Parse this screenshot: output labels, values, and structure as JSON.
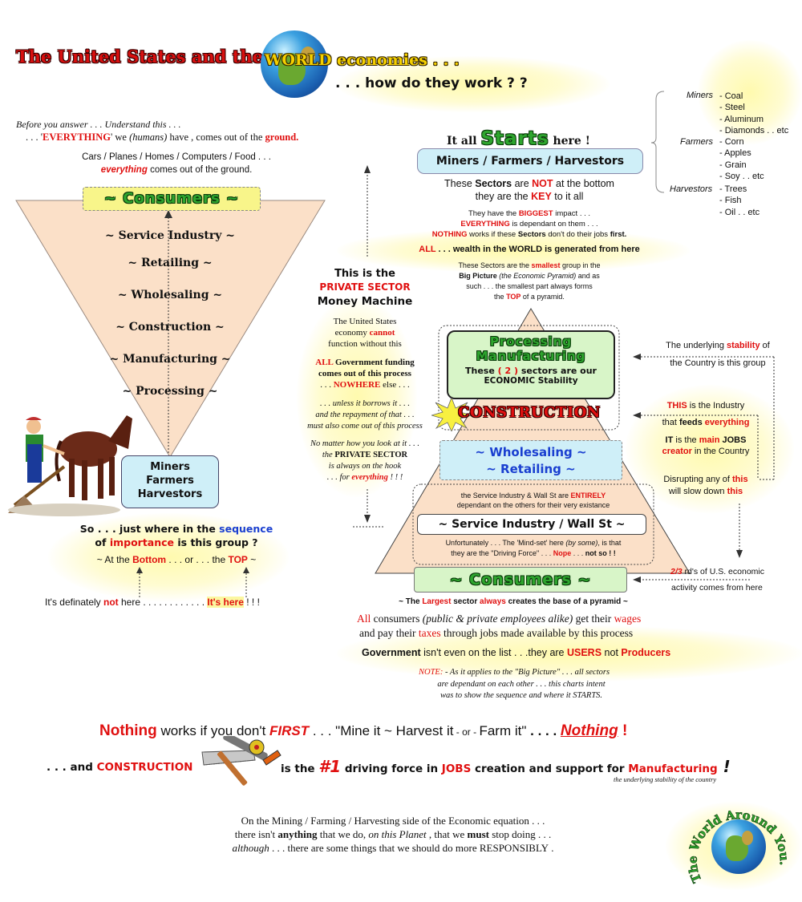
{
  "title": {
    "part1": "The United States and the",
    "world": "WORLD",
    "part2": "economies . . .",
    "part3": ". . . how do they work ? ?"
  },
  "intro": {
    "line1": "Before you answer  . . .  Understand this . . .",
    "line2_a": ". . . '",
    "line2_everything": "EVERYTHING",
    "line2_b": "' we ",
    "line2_humans": "(humans)",
    "line2_c": " have , comes out of the ",
    "line2_ground": "ground.",
    "line3": "Cars / Planes / Homes / Computers / Food . . .",
    "line4_a": "everything",
    "line4_b": " comes out of the ground."
  },
  "inverted_pyramid": {
    "top_label": "~ Consumers ~",
    "levels": [
      "~ Service Industry ~",
      "~ Retailing ~",
      "~ Wholesaling ~",
      "~ Construction ~",
      "~ Manufacturing ~",
      "~ Processing ~"
    ],
    "bottom_box": [
      "Miners",
      "Farmers",
      "Harvestors"
    ]
  },
  "question": {
    "line1_a": "So . . . just where in the ",
    "line1_seq": "sequence",
    "line2_a": "of ",
    "line2_imp": "importance",
    "line2_b": " is this group ?",
    "line3_a": "~ At the ",
    "line3_bottom": "Bottom",
    "line3_b": " . . .  or . . .  the ",
    "line3_top": "TOP",
    "line3_c": " ~",
    "answer_a": "It's definately ",
    "answer_not": "not",
    "answer_b": " here . . . . . . . . . . . . ",
    "answer_here": "It's here",
    "answer_c": " ! ! !"
  },
  "starts": {
    "a": "It all",
    "big": "Starts",
    "b": "here !"
  },
  "top_box": "Miners / Farmers / Harvestors",
  "key_text": {
    "l1_a": "These ",
    "l1_sectors": "Sectors",
    "l1_b": " are ",
    "l1_not": "NOT",
    "l1_c": " at the bottom",
    "l2_a": "they are the ",
    "l2_key": "KEY",
    "l2_b": " to it all",
    "s1_a": "They have the ",
    "s1_biggest": "BIGGEST",
    "s1_b": " impact . . .",
    "s2_a": "EVERYTHING",
    "s2_b": " is dependant on them . . .",
    "s3_a": "NOTHING",
    "s3_b": " works if these ",
    "s3_sectors": "Sectors",
    "s3_c": " don't do their jobs ",
    "s3_first": "first.",
    "wealth_a": "ALL",
    "wealth_b": " . . . wealth in the WORLD is generated from here",
    "p1_a": "These Sectors are the ",
    "p1_smallest": "smallest",
    "p1_b": " group in the",
    "p2_a": "Big Picture",
    "p2_b": " (the Economic Pyramid)",
    "p2_c": " and as",
    "p3": "such . . . the smallest part always forms",
    "p4_a": "the ",
    "p4_top": "TOP",
    "p4_b": " of a pyramid."
  },
  "side_list": {
    "groups": [
      {
        "name": "Miners",
        "items": [
          "- Coal",
          "- Steel",
          "- Aluminum",
          "- Diamonds . . etc"
        ]
      },
      {
        "name": "Farmers",
        "items": [
          "- Corn",
          "- Apples",
          "- Grain",
          "- Soy . . etc"
        ]
      },
      {
        "name": "Harvestors",
        "items": [
          "- Trees",
          "- Fish",
          "- Oil . . etc"
        ]
      }
    ]
  },
  "private_sector": {
    "h1": "This is the",
    "h2": "PRIVATE SECTOR",
    "h3": "Money Machine",
    "t1": "The United States",
    "t2": "economy ",
    "t2_cannot": "cannot",
    "t3": "function without this",
    "g1_all": "ALL",
    "g1": " Government funding",
    "g2": "comes out of this process",
    "g3_a": ". . . ",
    "g3_nowhere": "NOWHERE",
    "g3_b": " else . . .",
    "u1": ". . . unless it borrows it . . .",
    "u2": "and the repayment of that . . .",
    "u3": "must also come out of this process",
    "n1": "No matter how you look at it . . .",
    "n2_a": "the ",
    "n2_b": "PRIVATE SECTOR",
    "n3": "is always on the hook",
    "n4_a": ". . . for ",
    "n4_every": "everything",
    "n4_b": " ! ! !"
  },
  "pyramid": {
    "processing": "Processing",
    "manufacturing": "Manufacturing",
    "these_a": "These",
    "these_2": "( 2 )",
    "these_b": "sectors are our",
    "stability": "ECONOMIC  Stability",
    "construction": "CONSTRUCTION",
    "wholesaling": "~ Wholesaling ~",
    "retailing": "~ Retailing ~",
    "svc_note1": "the Service Industry & Wall St are ",
    "svc_note_entirely": "ENTIRELY",
    "svc_note2": "dependant on the others for their very existance",
    "service": "~ Service Industry / Wall St ~",
    "unf1_a": "Unfortunately . . . The 'Mind-set' here ",
    "unf1_by": "(by some)",
    "unf1_b": ", is that",
    "unf2_a": "they are the \"Driving Force\" . . . ",
    "unf2_nope": "Nope",
    "unf2_b": " . . . ",
    "unf2_not": "not so ! !",
    "consumers": "~ Consumers ~"
  },
  "right_notes": {
    "stab1_a": "The underlying ",
    "stab1_word": "stability",
    "stab1_b": " of",
    "stab2": "the Country is this group",
    "this_a": "THIS",
    "this_b": " is the Industry",
    "feeds_a": "that ",
    "feeds_b": "feeds ",
    "feeds_every": "everything",
    "it_a": "IT",
    "it_b": " is the ",
    "it_main": "main",
    "it_c": " JOBS",
    "creator_a": "creator",
    "creator_b": " in the Country",
    "dis1_a": "Disrupting any of ",
    "dis1_this": "this",
    "dis2_a": "will slow down ",
    "dis2_this": "this",
    "two_a": "2/3",
    "two_b": " rd's of U.S. economic",
    "two_c": "activity comes from here"
  },
  "bottom": {
    "largest_a": "~ The ",
    "largest_b": "Largest",
    "largest_c": " sector ",
    "largest_d": "always",
    "largest_e": " creates the base of a pyramid ~",
    "all_a": "All",
    "all_b": " consumers ",
    "all_c": "(public & private employees alike)",
    "all_d": " get their ",
    "all_wages": "wages",
    "pay_a": "and pay their ",
    "pay_taxes": "taxes",
    "pay_b": " through jobs made available by this process",
    "gov_a": "Government",
    "gov_b": " isn't even on the list . . .they are ",
    "gov_users": "USERS",
    "gov_c": " not ",
    "gov_prod": "Producers",
    "note_lbl": "NOTE:",
    "note1": "  - As it applies to the \"Big Picture\" . . . all sectors",
    "note2": "are dependant on each other . . . this charts intent",
    "note3": "was to show the sequence and where it STARTS.",
    "noth_a": "Nothing",
    "noth_b": " works if you don't ",
    "noth_first": "FIRST",
    "noth_c": " . . . \"Mine it ~ Harvest it",
    "noth_or": "  - or -  ",
    "noth_d": "Farm it\" ",
    "noth_dots": ". . . . ",
    "noth_e": "Nothing",
    "noth_excl": "  !",
    "con_a": ". . . and ",
    "con_b": "CONSTRUCTION",
    "con_c": "is the ",
    "con_1": "#1",
    "con_d": " driving force in ",
    "con_jobs": "JOBS",
    "con_e": " creation and support for ",
    "con_manu": "Manufacturing",
    "con_excl": " !",
    "con_sub": "the underlying stability of the country",
    "fin1": "On the Mining / Farming / Harvesting side of the Economic equation . . .",
    "fin2_a": "there isn't ",
    "fin2_any": "anything",
    "fin2_b": " that we do, ",
    "fin2_planet": "on this Planet",
    "fin2_c": " , that we ",
    "fin2_must": "must",
    "fin2_d": " stop doing . . .",
    "fin3_a": "although",
    "fin3_b": " . . . there are some things that we should do more ",
    "fin3_resp": "RESPONSIBLY",
    "fin3_c": " ."
  },
  "logo_text": "The World Around You.",
  "colors": {
    "accent_red": "#e01010",
    "green": "#2ea52e",
    "pyramid_fill": "#fbe0c8",
    "blue_box": "#cfeff8",
    "yellow_box": "#f8f58a",
    "green_box": "#d8f5c8"
  }
}
